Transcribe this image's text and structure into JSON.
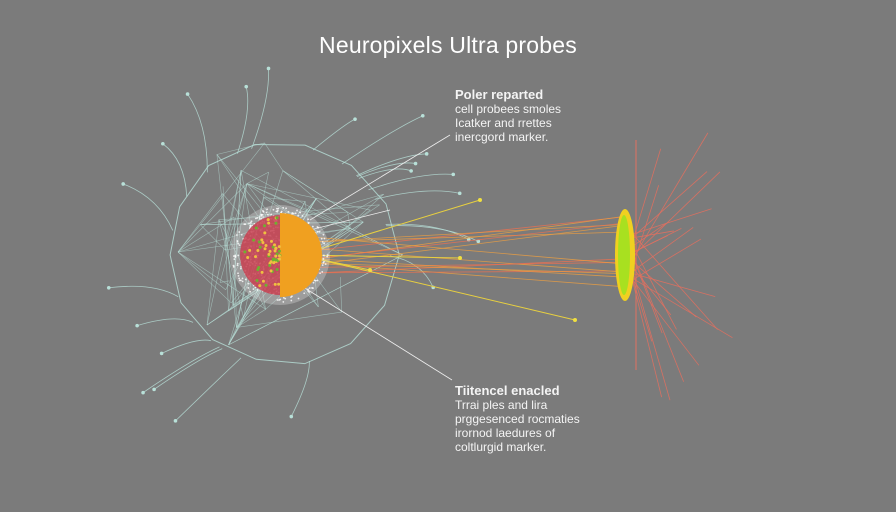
{
  "title": "Neuropixels Ultra probes",
  "annotations": [
    {
      "heading": "Poler reparted",
      "lines": [
        "cell probees smoles",
        "Icatker and rrettes",
        "inercgord marker."
      ]
    },
    {
      "heading": "Tiitencel enacled",
      "lines": [
        "Trrai ples and lira",
        "prggesenced rocmaties",
        "irornod laedures of",
        "coltlurgid marker."
      ]
    }
  ],
  "colors": {
    "background": "#7b7b7b",
    "network": "#b8e0d8",
    "beam": "#f0a040",
    "probe": "#a8e020",
    "spikes": "#e07060"
  }
}
